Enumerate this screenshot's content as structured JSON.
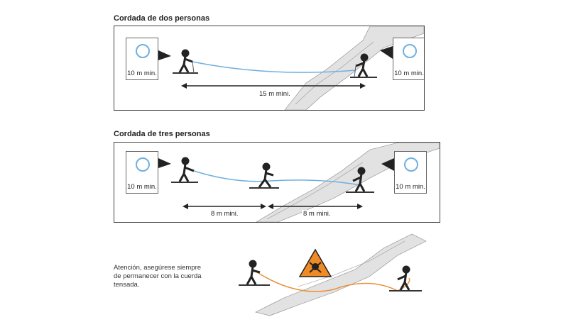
{
  "section1": {
    "title": "Cordada de dos personas",
    "inset_left_label": "10 m min.",
    "inset_right_label": "10 m min.",
    "distance_label": "15 m mini."
  },
  "section2": {
    "title": "Cordada de tres personas",
    "inset_left_label": "10 m min.",
    "inset_right_label": "10 m min.",
    "distance_left_label": "8 m mini.",
    "distance_right_label": "8 m mini."
  },
  "section3": {
    "note_line1": "Atención, asegúrese siempre",
    "note_line2": "de permanecer con la cuerda",
    "note_line3": "tensada.",
    "warning_icon": "skull-warning-icon"
  },
  "colors": {
    "rope_blue": "#6fb0e0",
    "rope_orange": "#e8913a",
    "warning_orange": "#f08a24",
    "crevasse_gray": "#d9d9d9"
  }
}
